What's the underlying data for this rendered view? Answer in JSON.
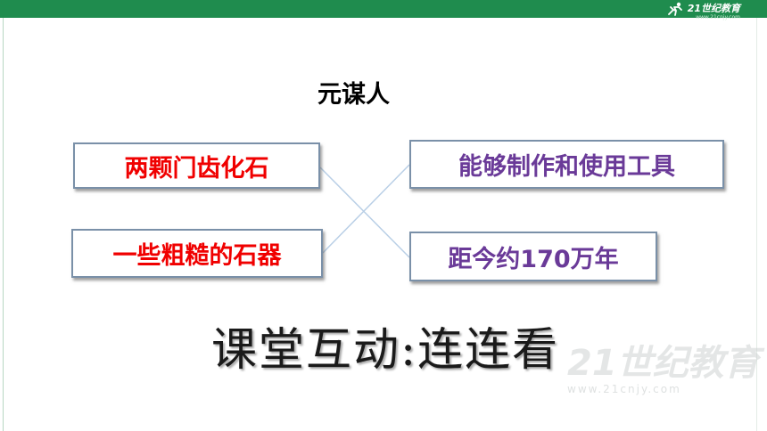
{
  "header": {
    "bar_color": "#1f8c4e",
    "logo_text": "21世纪教育",
    "logo_sub": "www.21cnjy.com",
    "logo_icon": "runner-logo-icon"
  },
  "slide": {
    "title": "元谋人",
    "left_items": [
      {
        "label": "两颗门齿化石",
        "color": "#f00000"
      },
      {
        "label": "一些粗糙的石器",
        "color": "#f00000"
      }
    ],
    "right_items": [
      {
        "label": "能够制作和使用工具",
        "color": "#6a3a98"
      },
      {
        "label": "距今约170万年",
        "color": "#6a3a98"
      }
    ],
    "connections": [
      {
        "from": "两颗门齿化石",
        "to": "距今约170万年"
      },
      {
        "from": "一些粗糙的石器",
        "to": "能够制作和使用工具"
      }
    ],
    "activity_title": "课堂互动:连连看"
  },
  "watermark": {
    "text": "21世纪教育",
    "sub": "www.21cnjy.com"
  }
}
